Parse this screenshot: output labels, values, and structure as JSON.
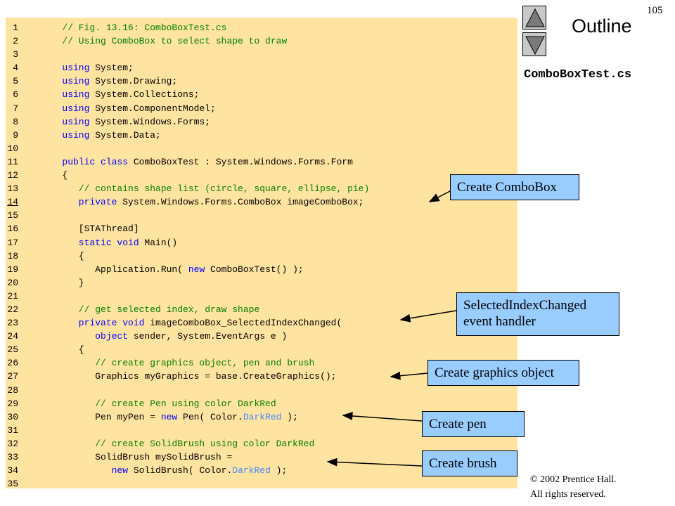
{
  "page_number": "105",
  "outline": {
    "title": "Outline",
    "file_name": "ComboBoxTest.cs"
  },
  "nav": {
    "up_icon": "triangle-up-icon",
    "down_icon": "triangle-down-icon"
  },
  "code": [
    {
      "num": "1",
      "segs": [
        {
          "t": "   // Fig. 13.16: ComboBoxTest.cs",
          "c": "cm"
        }
      ]
    },
    {
      "num": "2",
      "segs": [
        {
          "t": "   // Using ComboBox to select shape to draw",
          "c": "cm"
        }
      ]
    },
    {
      "num": "3",
      "segs": []
    },
    {
      "num": "4",
      "segs": [
        {
          "t": "   using",
          "c": "kw"
        },
        {
          "t": " System;",
          "c": "plain"
        }
      ]
    },
    {
      "num": "5",
      "segs": [
        {
          "t": "   using",
          "c": "kw"
        },
        {
          "t": " System.Drawing;",
          "c": "plain"
        }
      ]
    },
    {
      "num": "6",
      "segs": [
        {
          "t": "   using",
          "c": "kw"
        },
        {
          "t": " System.Collections;",
          "c": "plain"
        }
      ]
    },
    {
      "num": "7",
      "segs": [
        {
          "t": "   using",
          "c": "kw"
        },
        {
          "t": " System.ComponentModel;",
          "c": "plain"
        }
      ]
    },
    {
      "num": "8",
      "segs": [
        {
          "t": "   using",
          "c": "kw"
        },
        {
          "t": " System.Windows.Forms;",
          "c": "plain"
        }
      ]
    },
    {
      "num": "9",
      "segs": [
        {
          "t": "   using",
          "c": "kw"
        },
        {
          "t": " System.Data;",
          "c": "plain"
        }
      ]
    },
    {
      "num": "10",
      "segs": []
    },
    {
      "num": "11",
      "segs": [
        {
          "t": "   public class",
          "c": "kw"
        },
        {
          "t": " ComboBoxTest : System.Windows.Forms.Form",
          "c": "plain"
        }
      ]
    },
    {
      "num": "12",
      "segs": [
        {
          "t": "   {",
          "c": "plain"
        }
      ]
    },
    {
      "num": "13",
      "segs": [
        {
          "t": "      // contains shape list (circle, square, ellipse, pie)",
          "c": "cm"
        }
      ]
    },
    {
      "num": "14",
      "underline": true,
      "segs": [
        {
          "t": "      private",
          "c": "kw"
        },
        {
          "t": " System.Windows.Forms.ComboBox imageComboBox;",
          "c": "plain"
        }
      ]
    },
    {
      "num": "15",
      "segs": []
    },
    {
      "num": "16",
      "segs": [
        {
          "t": "      [STAThread]",
          "c": "plain"
        }
      ]
    },
    {
      "num": "17",
      "segs": [
        {
          "t": "      static void",
          "c": "kw"
        },
        {
          "t": " Main()",
          "c": "plain"
        }
      ]
    },
    {
      "num": "18",
      "segs": [
        {
          "t": "      {",
          "c": "plain"
        }
      ]
    },
    {
      "num": "19",
      "segs": [
        {
          "t": "         Application.Run( ",
          "c": "plain"
        },
        {
          "t": "new",
          "c": "kw"
        },
        {
          "t": " ComboBoxTest() );",
          "c": "plain"
        }
      ]
    },
    {
      "num": "20",
      "segs": [
        {
          "t": "      }",
          "c": "plain"
        }
      ]
    },
    {
      "num": "21",
      "segs": []
    },
    {
      "num": "22",
      "segs": [
        {
          "t": "      // get selected index, draw shape",
          "c": "cm"
        }
      ]
    },
    {
      "num": "23",
      "segs": [
        {
          "t": "      private void",
          "c": "kw"
        },
        {
          "t": " imageComboBox_SelectedIndexChanged(",
          "c": "plain"
        }
      ]
    },
    {
      "num": "24",
      "segs": [
        {
          "t": "         object",
          "c": "kw"
        },
        {
          "t": " sender, System.EventArgs e )",
          "c": "plain"
        }
      ]
    },
    {
      "num": "25",
      "segs": [
        {
          "t": "      {",
          "c": "plain"
        }
      ]
    },
    {
      "num": "26",
      "segs": [
        {
          "t": "         // create graphics object, pen and brush",
          "c": "cm"
        }
      ]
    },
    {
      "num": "27",
      "segs": [
        {
          "t": "         Graphics myGraphics = base.CreateGraphics();",
          "c": "plain"
        }
      ]
    },
    {
      "num": "28",
      "segs": []
    },
    {
      "num": "29",
      "segs": [
        {
          "t": "         // create Pen using color DarkRed",
          "c": "cm"
        }
      ]
    },
    {
      "num": "30",
      "segs": [
        {
          "t": "         Pen myPen = ",
          "c": "plain"
        },
        {
          "t": "new",
          "c": "kw"
        },
        {
          "t": " Pen( Color.",
          "c": "plain"
        },
        {
          "t": "DarkRed",
          "c": "hl"
        },
        {
          "t": " );",
          "c": "plain"
        }
      ]
    },
    {
      "num": "31",
      "segs": []
    },
    {
      "num": "32",
      "segs": [
        {
          "t": "         // create SolidBrush using color DarkRed",
          "c": "cm"
        }
      ]
    },
    {
      "num": "33",
      "segs": [
        {
          "t": "         SolidBrush mySolidBrush =",
          "c": "plain"
        }
      ]
    },
    {
      "num": "34",
      "segs": [
        {
          "t": "            new",
          "c": "kw"
        },
        {
          "t": " SolidBrush( Color.",
          "c": "plain"
        },
        {
          "t": "DarkRed",
          "c": "hl"
        },
        {
          "t": " );",
          "c": "plain"
        }
      ]
    },
    {
      "num": "35",
      "segs": []
    }
  ],
  "callouts": [
    {
      "name": "create-combobox",
      "lines": [
        "Create ComboBox"
      ]
    },
    {
      "name": "selectedindexchanged",
      "lines": [
        "SelectedIndexChanged",
        "event handler"
      ]
    },
    {
      "name": "create-graphics-object",
      "lines": [
        "Create graphics object"
      ]
    },
    {
      "name": "create-pen",
      "lines": [
        "Create pen"
      ]
    },
    {
      "name": "create-brush",
      "lines": [
        "Create brush"
      ]
    }
  ],
  "copyright": {
    "line1": "© 2002 Prentice Hall.",
    "line2": "All rights reserved."
  },
  "colors": {
    "code_background": "#ffe3a0",
    "callout_background": "#99ccff",
    "keyword": "#0000ff",
    "comment": "#008000"
  }
}
